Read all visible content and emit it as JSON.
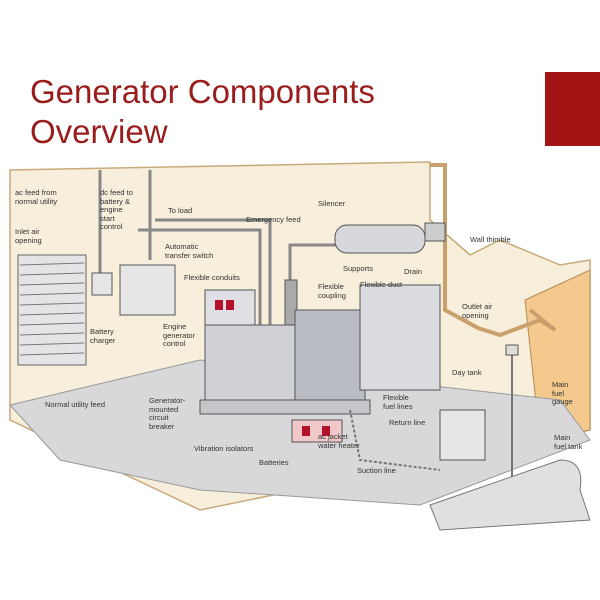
{
  "slide": {
    "title_line1": "Generator Components",
    "title_line2": "Overview",
    "accent_color": "#a31515",
    "title_color": "#9b1c1c"
  },
  "diagram": {
    "labels": [
      "ac feed from\nnormal utility",
      "dc feed to\nbattery &\nengine\nstart\ncontrol",
      "To load",
      "Emergency feed",
      "Silencer",
      "Inlet air\nopening",
      "Automatic\ntransfer switch",
      "Flexible conduits",
      "Supports",
      "Drain",
      "Wall thimble",
      "Flexible\ncoupling",
      "Flexible duct",
      "Outlet air\nopening",
      "Battery\ncharger",
      "Engine\ngenerator\ncontrol",
      "Day tank",
      "Main\nfuel\ngauge",
      "Normal utility feed",
      "Generator-\nmounted\ncircuit\nbreaker",
      "Flexible\nfuel lines",
      "Return line",
      "Vibration isolators",
      "ac jacket\nwater heater",
      "Batteries",
      "Suction line",
      "Main\nfuel tank"
    ]
  }
}
